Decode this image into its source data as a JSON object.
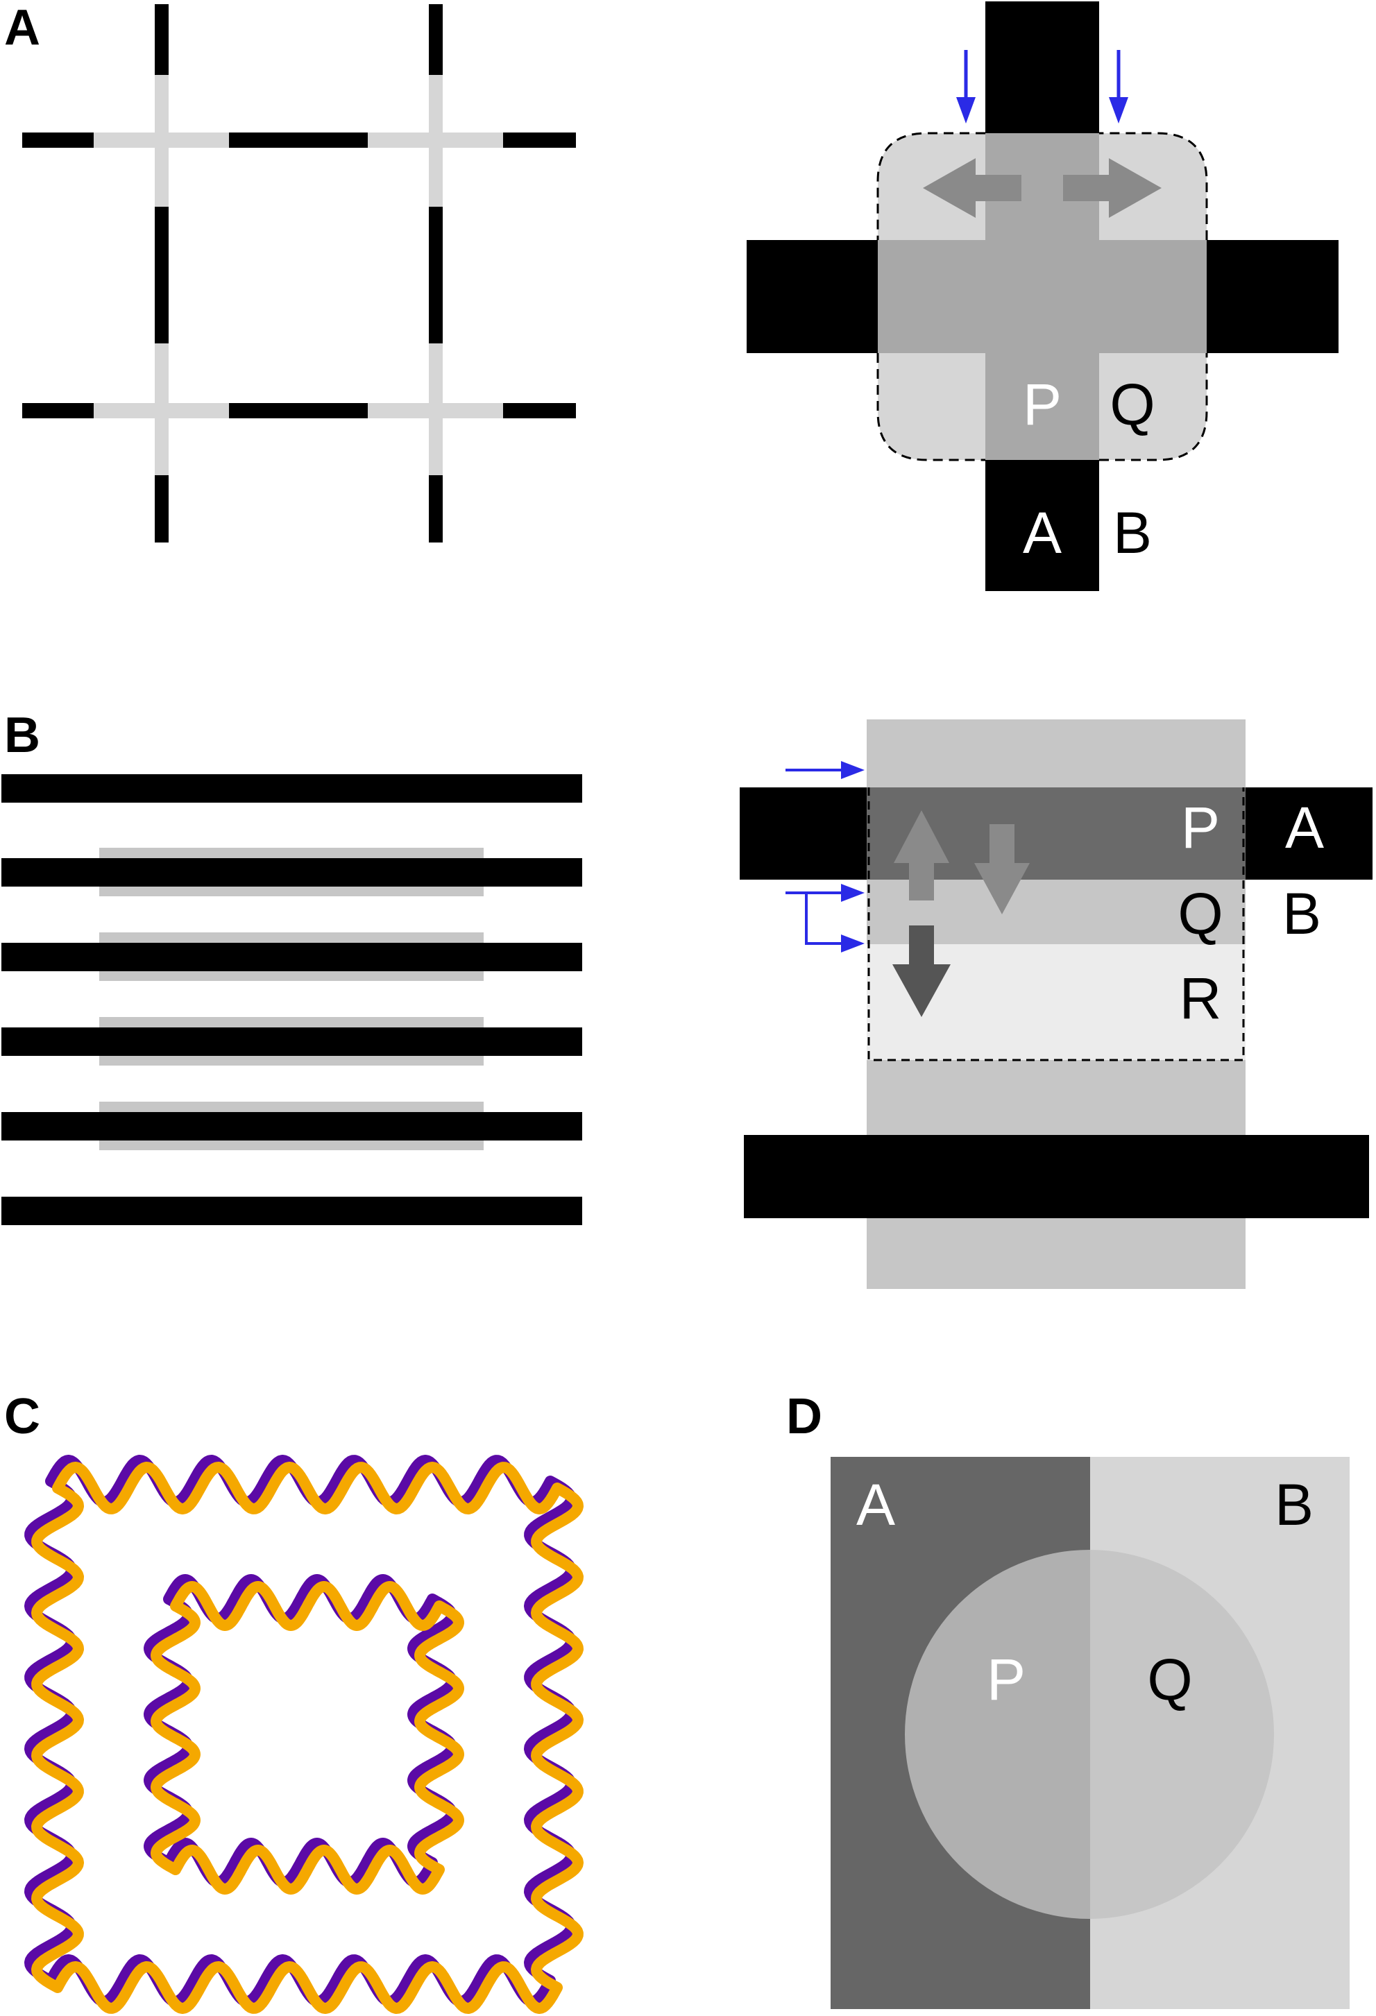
{
  "panels": {
    "a": {
      "letter": "A",
      "labels": {
        "p": "P",
        "q": "Q",
        "a": "A",
        "b": "B"
      }
    },
    "b": {
      "letter": "B",
      "labels": {
        "p": "P",
        "q": "Q",
        "r": "R",
        "a": "A",
        "b": "B"
      }
    },
    "c": {
      "letter": "C",
      "colors": {
        "outer_stroke": "#5b0aa6",
        "inner_stroke": "#f5a800"
      }
    },
    "d": {
      "letter": "D",
      "labels": {
        "a": "A",
        "b": "B",
        "p": "P",
        "q": "Q"
      }
    }
  },
  "colors": {
    "black": "#000000",
    "arrow_blue": "#2a2ae6",
    "gray_light": "#d6d6d6",
    "gray_mid": "#a8a8a8",
    "gray_dark": "#666666",
    "gray_lighter": "#ececec",
    "gray_b": "#c6c6c6"
  }
}
